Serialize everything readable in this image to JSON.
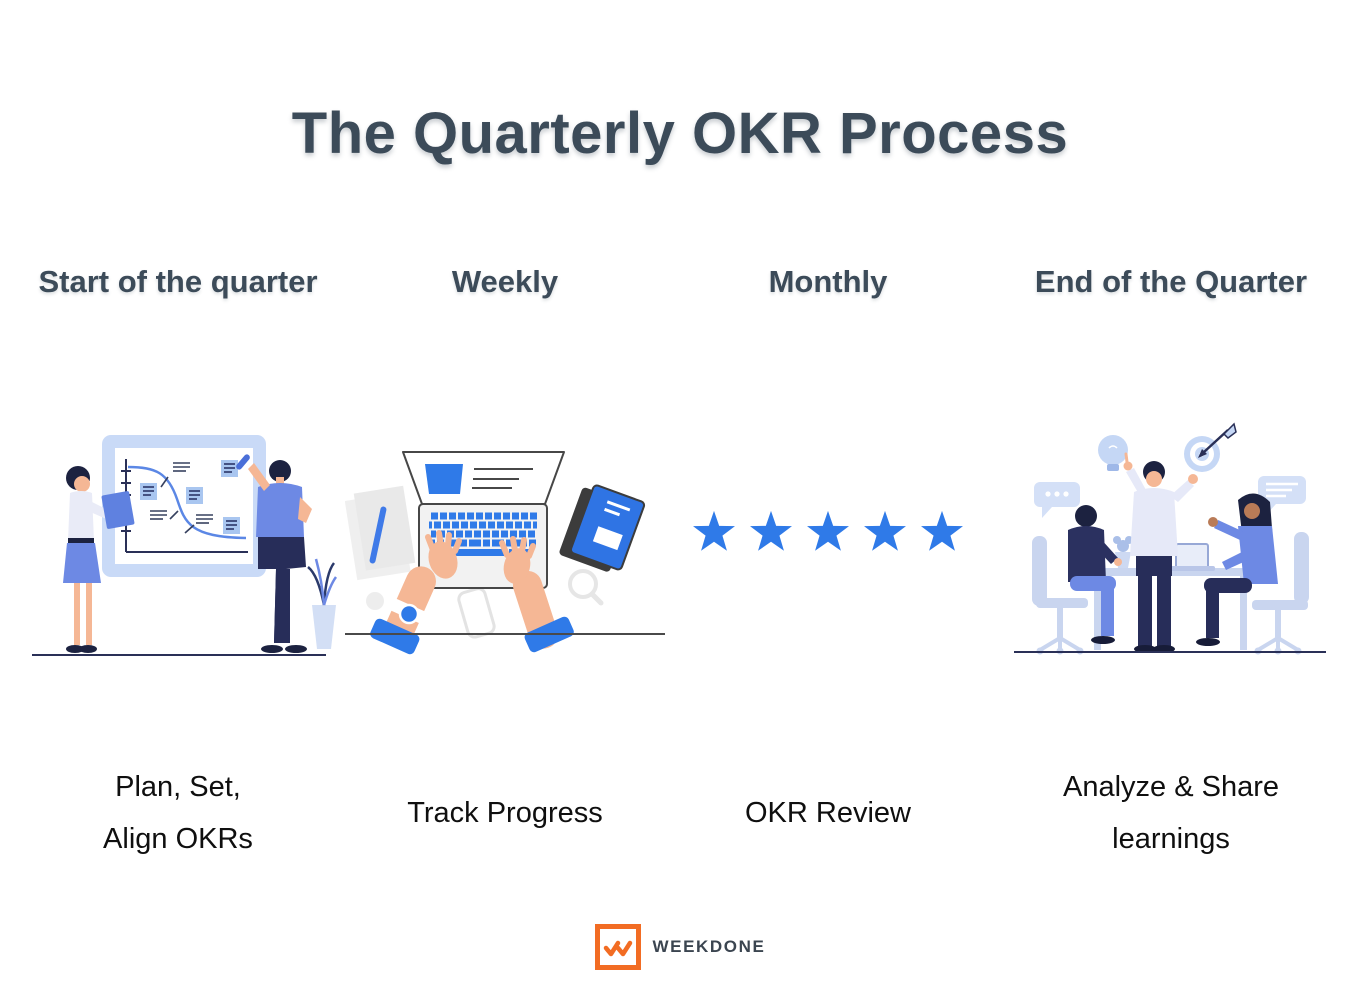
{
  "title": "The Quarterly OKR Process",
  "columns": [
    {
      "header": "Start of the quarter",
      "caption_lines": [
        "Plan, Set,",
        "Align OKRs"
      ],
      "illustration": "people-planning-at-whiteboard"
    },
    {
      "header": "Weekly",
      "caption_lines": [
        "Track Progress"
      ],
      "illustration": "hands-typing-on-laptop"
    },
    {
      "header": "Monthly",
      "caption_lines": [
        "OKR Review"
      ],
      "illustration": "five-star-rating",
      "stars": 5
    },
    {
      "header": "End of the Quarter",
      "caption_lines": [
        "Analyze & Share",
        "learnings"
      ],
      "illustration": "team-meeting-discussion"
    }
  ],
  "footer": {
    "brand": "WEEKDONE",
    "logo_icon": "double-checkmark-icon"
  },
  "colors": {
    "heading": "#3c4b59",
    "body_text": "#0f0f0f",
    "star_blue": "#2f7ae8",
    "illustration_blue": "#6d89e4",
    "illustration_navy": "#272d59",
    "illustration_light_blue": "#c9daf7",
    "skin_tone": "#f5b795",
    "brand_orange": "#f26c23"
  }
}
